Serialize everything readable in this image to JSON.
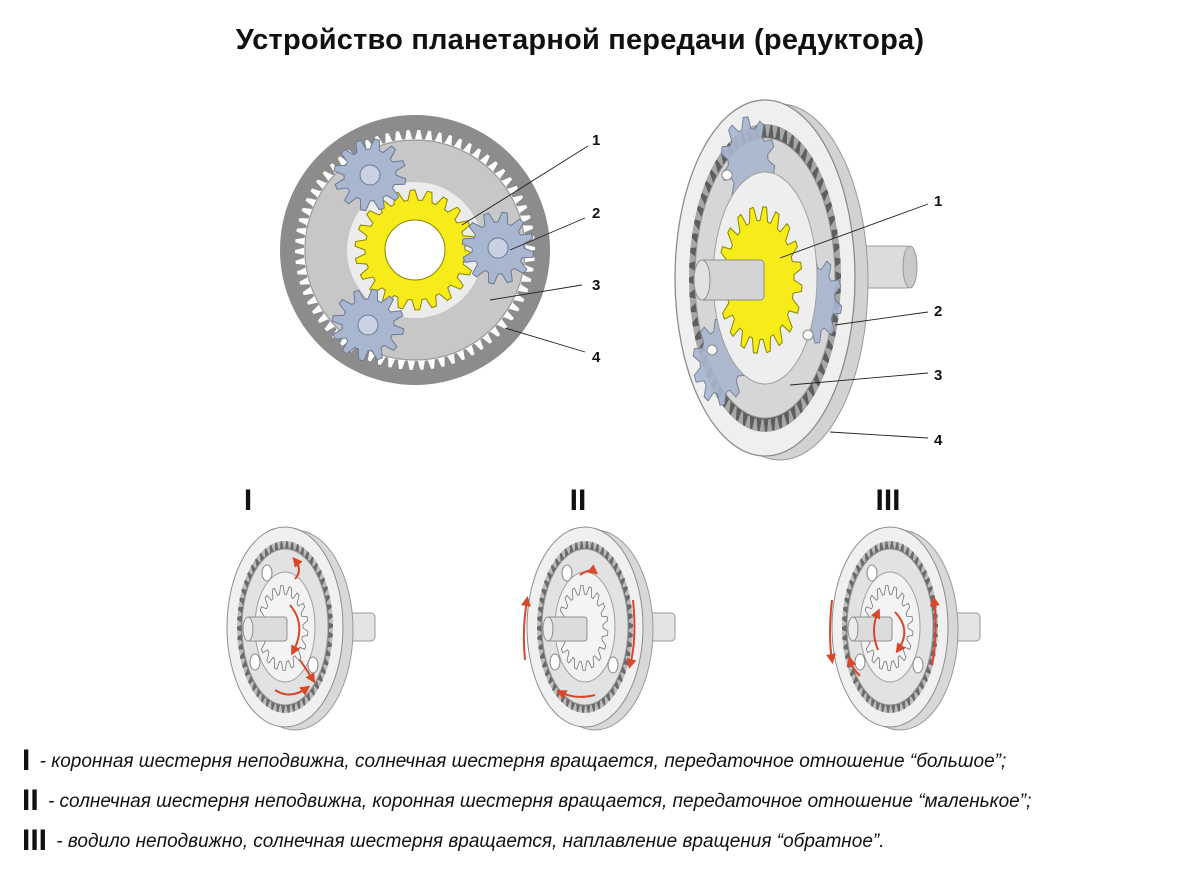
{
  "title": "Устройство планетарной передачи (редуктора)",
  "callouts": [
    "1",
    "2",
    "3",
    "4"
  ],
  "modes": [
    {
      "key": "I",
      "text": "- коронная шестерня неподвижна, солнечная шестерня вращается, передаточное отношение “большое”;"
    },
    {
      "key": "II",
      "text": "- солнечная шестерня неподвижна, коронная шестерня вращается, передаточное отношение “маленькое”;"
    },
    {
      "key": "III",
      "text": "- водило неподвижно, солнечная шестерня вращается, наплавление вращения “обратное”."
    }
  ],
  "colors": {
    "sun_gear": "#f7ec1a",
    "planet_gear": "#a9b6cf",
    "ring_gear": "#b8b8b8",
    "carrier": "#c9c9c9",
    "housing": "#e6e6e6",
    "arrow": "#d9462a"
  }
}
